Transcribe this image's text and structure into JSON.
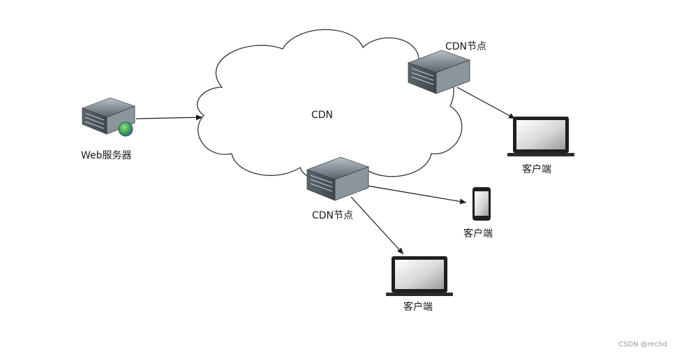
{
  "diagram": {
    "nodes": {
      "web_server": {
        "label": "Web服务器",
        "icon": "server-icon"
      },
      "cloud": {
        "label": "CDN",
        "icon": "cloud-icon"
      },
      "cdn_node_top": {
        "label": "CDN节点",
        "icon": "server-icon"
      },
      "cdn_node_mid": {
        "label": "CDN节点",
        "icon": "server-icon"
      },
      "client_laptop_right": {
        "label": "客户端",
        "icon": "laptop-icon"
      },
      "client_phone": {
        "label": "客户端",
        "icon": "phone-icon"
      },
      "client_laptop_bottom": {
        "label": "客户端",
        "icon": "laptop-icon"
      }
    },
    "edges": [
      {
        "from": "web_server",
        "to": "cloud"
      },
      {
        "from": "cdn_node_top",
        "to": "client_laptop_right"
      },
      {
        "from": "cdn_node_mid",
        "to": "client_phone"
      },
      {
        "from": "cdn_node_mid",
        "to": "client_laptop_bottom"
      }
    ]
  },
  "watermark": "CSDN @rechd",
  "colors": {
    "line": "#1a1a1a",
    "cloud_stroke": "#333333",
    "server_body": "#6f7a82",
    "server_top": "#9aa4ab",
    "globe_green": "#3fa34d",
    "globe_blue": "#3a73c8"
  }
}
